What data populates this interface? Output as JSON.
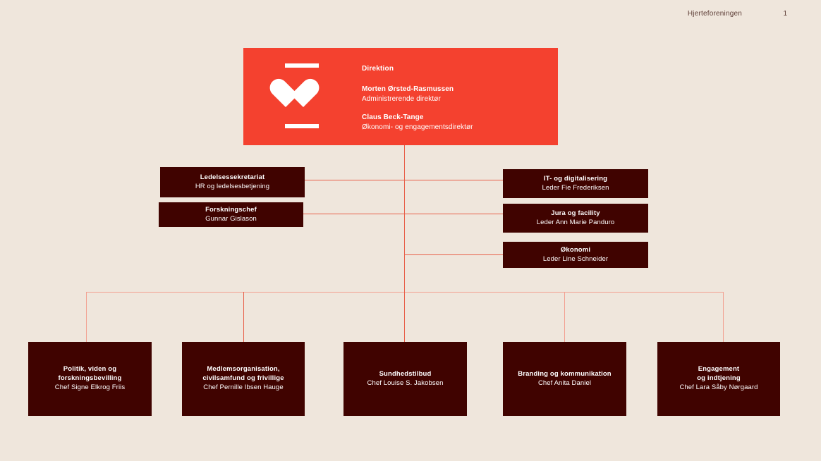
{
  "header": {
    "brand": "Hjerteforeningen",
    "page_number": "1"
  },
  "colors": {
    "background": "#EFE6DC",
    "accent_red": "#F4412F",
    "node_dark": "#400300",
    "connector": "#EE7B68",
    "text_light": "#FFFFFF",
    "header_text": "#5A3A33"
  },
  "executive": {
    "logo_name": "heart-logo",
    "department": "Direktion",
    "people": [
      {
        "name": "Morten Ørsted-Rasmussen",
        "title": "Administrerende direktør"
      },
      {
        "name": "Claus Beck-Tange",
        "title": "Økonomi- og engagementsdirektør"
      }
    ]
  },
  "staff_left": [
    {
      "title": "Ledelsessekretariat",
      "subtitle": "HR og ledelsesbetjening"
    },
    {
      "title": "Forskningschef",
      "subtitle": "Gunnar Gislason"
    }
  ],
  "staff_right": [
    {
      "title": "IT- og digitalisering",
      "subtitle": "Leder Fie Frederiksen"
    },
    {
      "title": "Jura og facility",
      "subtitle": "Leder Ann Marie Panduro"
    },
    {
      "title": "Økonomi",
      "subtitle": "Leder Line Schneider"
    }
  ],
  "departments": [
    {
      "title": "Politik, viden og\nforskningsbevilling",
      "title_line1": "Politik, viden og",
      "title_line2": "forskningsbevilling",
      "subtitle": "Chef Signe Elkrog Friis"
    },
    {
      "title": "Medlemsorganisation,\ncivilsamfund og frivillige",
      "title_line1": "Medlemsorganisation,",
      "title_line2": "civilsamfund og frivillige",
      "subtitle": "Chef Pernille Ibsen Hauge"
    },
    {
      "title": "Sundhedstilbud",
      "title_line1": "Sundhedstilbud",
      "title_line2": "",
      "subtitle": "Chef Louise S. Jakobsen"
    },
    {
      "title": "Branding og kommunikation",
      "title_line1": "Branding og kommunikation",
      "title_line2": "",
      "subtitle": "Chef Anita Daniel"
    },
    {
      "title": "Engagement\nog indtjening",
      "title_line1": "Engagement",
      "title_line2": "og indtjening",
      "subtitle": "Chef Lara Såby Nørgaard"
    }
  ]
}
